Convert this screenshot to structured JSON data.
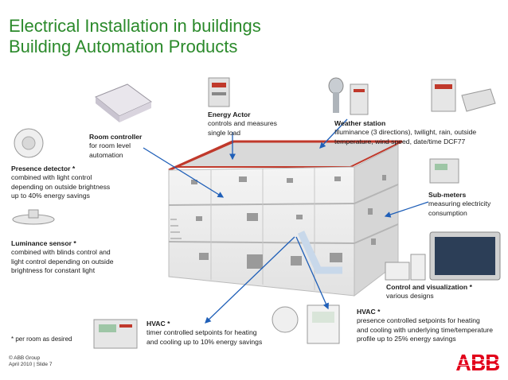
{
  "title": {
    "line1": "Electrical Installation in buildings",
    "line2": "Building Automation Products"
  },
  "labels": {
    "energy_actor": {
      "heading": "Energy Actor",
      "lines": [
        "controls and measures",
        "single load"
      ]
    },
    "room_controller": {
      "heading": "Room controller",
      "lines": [
        "for room level",
        "automation"
      ]
    },
    "weather_station": {
      "heading": "Weather station",
      "lines": [
        "Illuminance (3 directions), twilight, rain, outside",
        "temperature, wind speed, date/time DCF77"
      ]
    },
    "presence_detector": {
      "heading": "Presence detector *",
      "lines": [
        "combined with light control",
        "depending on outside brightness",
        "up to 40% energy savings"
      ]
    },
    "sub_meters": {
      "heading": "Sub-meters",
      "lines": [
        "measuring electricity",
        "consumption"
      ]
    },
    "luminance_sensor": {
      "heading": "Luminance sensor *",
      "lines": [
        "combined with blinds control and",
        "light control depending on outside",
        "brightness for constant light"
      ]
    },
    "control_visualization": {
      "heading": "Control and visualization *",
      "lines": [
        "various designs"
      ]
    },
    "hvac_left": {
      "heading": "HVAC *",
      "lines": [
        "timer controlled setpoints for heating",
        "and cooling up to 10% energy savings"
      ]
    },
    "hvac_right": {
      "heading": "HVAC *",
      "lines": [
        "presence controlled setpoints for heating",
        "and cooling with underlying time/temperature",
        "profile up to 25% energy savings"
      ]
    }
  },
  "footnote": "* per room as desired",
  "footer": {
    "line1": "© ABB Group",
    "line2": "April 2010 | Slide 7"
  },
  "logo": {
    "text": "ABB",
    "color": "#e2001a"
  },
  "colors": {
    "title": "#2b8a2b",
    "arrow": "#1f5fb8",
    "roof": "#c0392b"
  }
}
